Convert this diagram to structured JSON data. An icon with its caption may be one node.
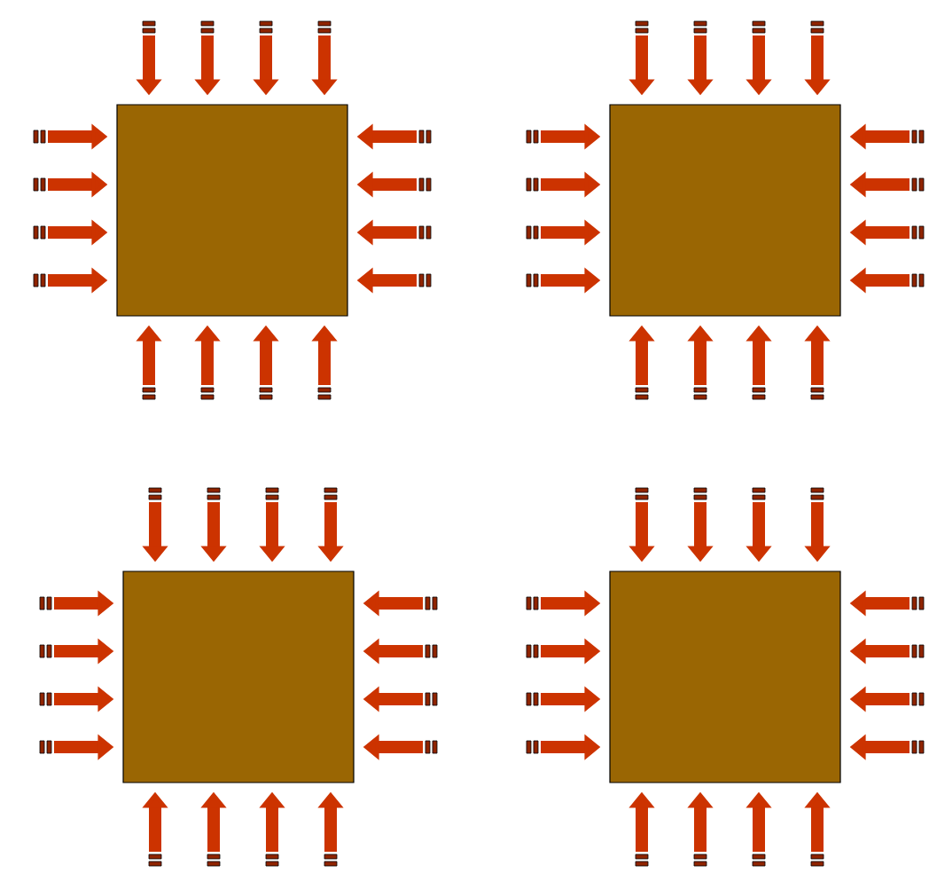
{
  "diagram": {
    "nodes": [
      {
        "text": [],
        "shape": "box"
      },
      {
        "text": [],
        "shape": "box"
      },
      {
        "text": [],
        "shape": "box"
      },
      {
        "text": [],
        "shape": "box"
      }
    ],
    "edges": [
      {
        "from": null,
        "to": 0,
        "arrow": "to"
      },
      {
        "from": null,
        "to": 0,
        "arrow": "to"
      },
      {
        "from": null,
        "to": 0,
        "arrow": "to"
      },
      {
        "from": null,
        "to": 0,
        "arrow": "to"
      },
      {
        "from": null,
        "to": 0,
        "arrow": "to"
      },
      {
        "from": null,
        "to": 0,
        "arrow": "to"
      },
      {
        "from": null,
        "to": 0,
        "arrow": "to"
      },
      {
        "from": null,
        "to": 0,
        "arrow": "to"
      },
      {
        "from": null,
        "to": 0,
        "arrow": "to"
      },
      {
        "from": null,
        "to": 0,
        "arrow": "to"
      },
      {
        "from": null,
        "to": 0,
        "arrow": "to"
      },
      {
        "from": null,
        "to": 0,
        "arrow": "to"
      },
      {
        "from": null,
        "to": 0,
        "arrow": "to"
      },
      {
        "from": null,
        "to": 0,
        "arrow": "to"
      },
      {
        "from": null,
        "to": 0,
        "arrow": "to"
      },
      {
        "from": null,
        "to": 0,
        "arrow": "to"
      },
      {
        "from": null,
        "to": 1,
        "arrow": "to"
      },
      {
        "from": null,
        "to": 1,
        "arrow": "to"
      },
      {
        "from": null,
        "to": 1,
        "arrow": "to"
      },
      {
        "from": null,
        "to": 1,
        "arrow": "to"
      },
      {
        "from": null,
        "to": 1,
        "arrow": "to"
      },
      {
        "from": null,
        "to": 1,
        "arrow": "to"
      },
      {
        "from": null,
        "to": 1,
        "arrow": "to"
      },
      {
        "from": null,
        "to": 1,
        "arrow": "to"
      },
      {
        "from": null,
        "to": 1,
        "arrow": "to"
      },
      {
        "from": null,
        "to": 1,
        "arrow": "to"
      },
      {
        "from": null,
        "to": 1,
        "arrow": "to"
      },
      {
        "from": null,
        "to": 1,
        "arrow": "to"
      },
      {
        "from": null,
        "to": 1,
        "arrow": "to"
      },
      {
        "from": null,
        "to": 1,
        "arrow": "to"
      },
      {
        "from": null,
        "to": 1,
        "arrow": "to"
      },
      {
        "from": null,
        "to": 1,
        "arrow": "to"
      },
      {
        "from": null,
        "to": 2,
        "arrow": "to"
      },
      {
        "from": null,
        "to": 2,
        "arrow": "to"
      },
      {
        "from": null,
        "to": 2,
        "arrow": "to"
      },
      {
        "from": null,
        "to": 2,
        "arrow": "to"
      },
      {
        "from": null,
        "to": 2,
        "arrow": "to"
      },
      {
        "from": null,
        "to": 2,
        "arrow": "to"
      },
      {
        "from": null,
        "to": 2,
        "arrow": "to"
      },
      {
        "from": null,
        "to": 2,
        "arrow": "to"
      },
      {
        "from": null,
        "to": 2,
        "arrow": "to"
      },
      {
        "from": null,
        "to": 2,
        "arrow": "to"
      },
      {
        "from": null,
        "to": 2,
        "arrow": "to"
      },
      {
        "from": null,
        "to": 2,
        "arrow": "to"
      },
      {
        "from": null,
        "to": 2,
        "arrow": "to"
      },
      {
        "from": null,
        "to": 2,
        "arrow": "to"
      },
      {
        "from": null,
        "to": 2,
        "arrow": "to"
      },
      {
        "from": null,
        "to": 2,
        "arrow": "to"
      },
      {
        "from": null,
        "to": 3,
        "arrow": "to"
      },
      {
        "from": null,
        "to": 3,
        "arrow": "to"
      },
      {
        "from": null,
        "to": 3,
        "arrow": "to"
      },
      {
        "from": null,
        "to": 3,
        "arrow": "to"
      },
      {
        "from": null,
        "to": 3,
        "arrow": "to"
      },
      {
        "from": null,
        "to": 3,
        "arrow": "to"
      },
      {
        "from": null,
        "to": 3,
        "arrow": "to"
      },
      {
        "from": null,
        "to": 3,
        "arrow": "to"
      },
      {
        "from": null,
        "to": 3,
        "arrow": "to"
      },
      {
        "from": null,
        "to": 3,
        "arrow": "to"
      },
      {
        "from": null,
        "to": 3,
        "arrow": "to"
      },
      {
        "from": null,
        "to": 3,
        "arrow": "to"
      },
      {
        "from": null,
        "to": 3,
        "arrow": "to"
      },
      {
        "from": null,
        "to": 3,
        "arrow": "to"
      },
      {
        "from": null,
        "to": 3,
        "arrow": "to"
      },
      {
        "from": null,
        "to": 3,
        "arrow": "to"
      }
    ]
  }
}
